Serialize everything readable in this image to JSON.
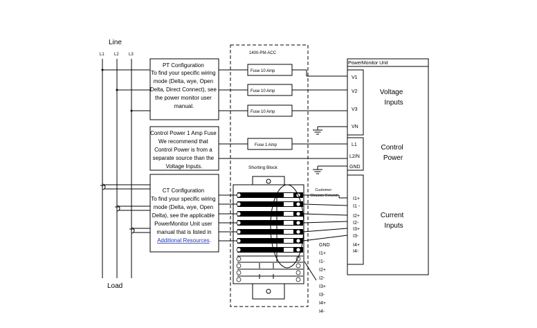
{
  "line_label": "Line",
  "load_label": "Load",
  "phases": [
    "L1",
    "L2",
    "L3"
  ],
  "pt_config": {
    "lines": [
      "PT Configuration",
      "To find your specific wiring",
      "mode (Delta, wye, Open",
      "Delta, Direct Connect), see",
      "the power monitor user",
      "manual."
    ]
  },
  "control_fuse_note": {
    "lines": [
      "Control Power 1 Amp Fuse",
      "We recommend that",
      "Control Power is from a",
      "separate source than the",
      "Voltage Inputs."
    ]
  },
  "ct_config": {
    "lines": [
      "CT Configuration",
      "To find your specific wiring",
      "mode (Delta, wye, Open",
      "Delta), see the applicable",
      "PowerMonitor Unit user",
      "manual that is listed in"
    ],
    "link": "Additional Resources",
    "link_suffix": "."
  },
  "accessory_label": "1400-PM-ACC",
  "fuses": [
    "Fuse 10 Amp",
    "Fuse 10 Amp",
    "Fuse 10 Amp",
    "Fuse 1 Amp"
  ],
  "shorting_block_label": "Shorting Block",
  "customer_ground": [
    "Customer",
    "Chassis Ground"
  ],
  "powermonitor": {
    "title": "PowerMonitor Unit",
    "voltage_terminals": [
      "V1",
      "V2",
      "V3",
      "VN"
    ],
    "voltage_group": [
      "Voltage",
      "Inputs"
    ],
    "control_terminals": [
      "L1",
      "L2/N",
      "GND"
    ],
    "control_group": [
      "Control",
      "Power"
    ],
    "current_terminals": [
      "I1+",
      "I1 -",
      "I2+",
      "I2-",
      "I3+",
      "I3-",
      "I4+",
      "I4-"
    ],
    "current_group": [
      "Current",
      "Inputs"
    ]
  },
  "block_terminals": [
    "GND",
    "I1+",
    "I1-",
    "I2+",
    "I2-",
    "I3+",
    "I3-",
    "I4+",
    "I4-"
  ]
}
